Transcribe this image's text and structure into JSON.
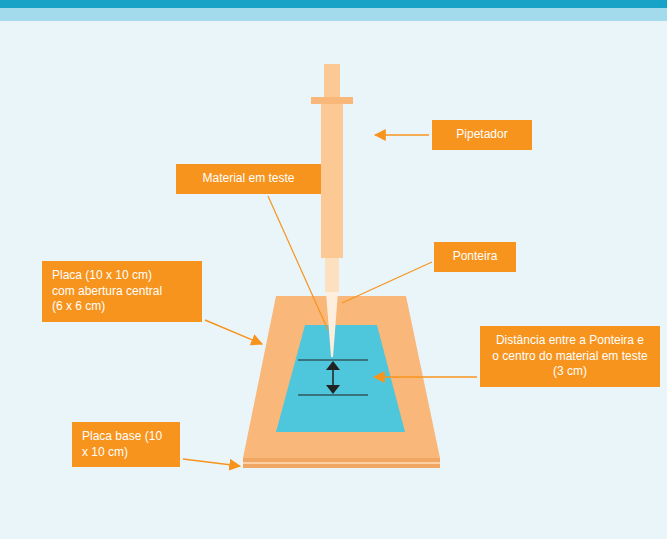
{
  "diagram": {
    "nodes": [
      {
        "text": [
          "Pipetador"
        ]
      },
      {
        "text": [
          "Material em teste"
        ]
      },
      {
        "text": [
          "Ponteira"
        ]
      },
      {
        "text": [
          "Placa (10 x 10 cm) com abertura central (6 x 6 cm)"
        ]
      },
      {
        "text": [
          "Distância entre a Ponteira e o centro do material em teste (3 cm)"
        ]
      },
      {
        "text": [
          "Placa base (10 x 10 cm)"
        ]
      }
    ]
  }
}
